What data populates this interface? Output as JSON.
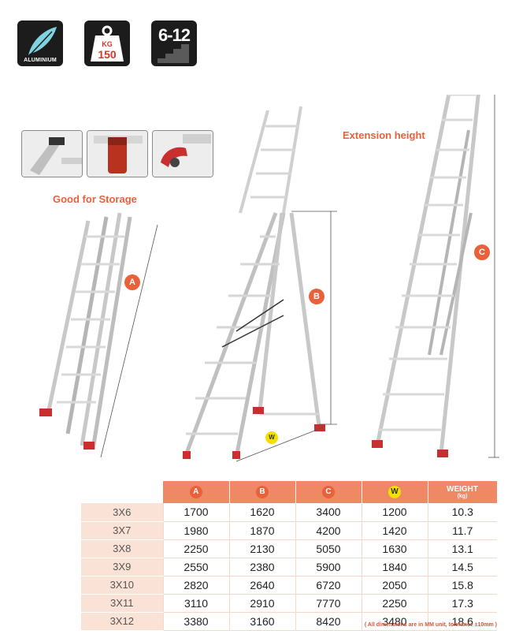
{
  "badges": {
    "material": {
      "label": "ALUMINIUM",
      "icon": "feather-icon"
    },
    "load": {
      "unit": "KG",
      "value": "150",
      "icon": "weight-icon"
    },
    "steps": {
      "label": "6-12",
      "icon": "stairs-icon"
    }
  },
  "captions": {
    "storage": "Good for Storage",
    "extension": "Extension height"
  },
  "markers": {
    "a": "A",
    "b": "B",
    "c": "C",
    "w": "W"
  },
  "table": {
    "headers": {
      "a": "A",
      "b": "B",
      "c": "C",
      "w": "W",
      "weight": "WEIGHT",
      "weight_unit": "(kg)"
    },
    "rows": [
      {
        "model": "3X6",
        "a": "1700",
        "b": "1620",
        "c": "3400",
        "w": "1200",
        "weight": "10.3"
      },
      {
        "model": "3X7",
        "a": "1980",
        "b": "1870",
        "c": "4200",
        "w": "1420",
        "weight": "11.7"
      },
      {
        "model": "3X8",
        "a": "2250",
        "b": "2130",
        "c": "5050",
        "w": "1630",
        "weight": "13.1"
      },
      {
        "model": "3X9",
        "a": "2550",
        "b": "2380",
        "c": "5900",
        "w": "1840",
        "weight": "14.5"
      },
      {
        "model": "3X10",
        "a": "2820",
        "b": "2640",
        "c": "6720",
        "w": "2050",
        "weight": "15.8"
      },
      {
        "model": "3X11",
        "a": "3110",
        "b": "2910",
        "c": "7770",
        "w": "2250",
        "weight": "17.3"
      },
      {
        "model": "3X12",
        "a": "3380",
        "b": "3160",
        "c": "8420",
        "w": "3480",
        "weight": "18.6"
      }
    ]
  },
  "footnote": "( All dimensions are in MM unit, tolerance ±10mm )",
  "colors": {
    "accent": "#e8613a",
    "header_bg": "#ef8865",
    "model_bg": "#fbe2d6",
    "w_marker": "#f3e000",
    "badge_bg": "#1c1c1c"
  }
}
